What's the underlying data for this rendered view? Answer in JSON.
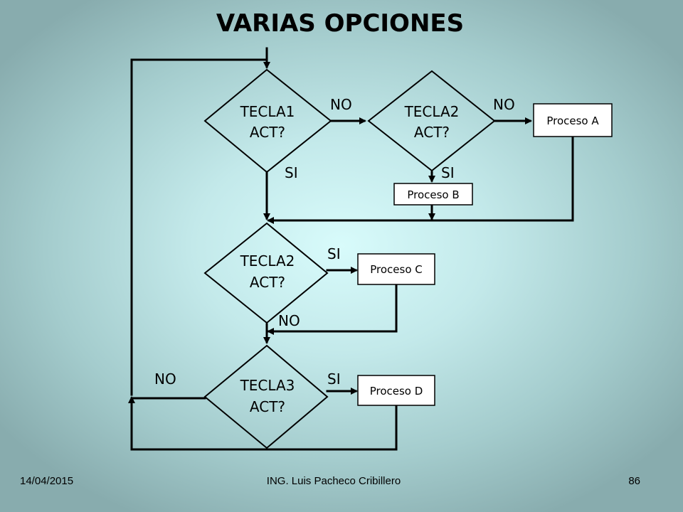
{
  "title": "VARIAS OPCIONES",
  "decisions": {
    "d1": {
      "line1": "TECLA1",
      "line2": "ACT?"
    },
    "d2": {
      "line1": "TECLA2",
      "line2": "ACT?"
    },
    "d3": {
      "line1": "TECLA2",
      "line2": "ACT?"
    },
    "d4": {
      "line1": "TECLA3",
      "line2": "ACT?"
    }
  },
  "processes": {
    "a": "Proceso A",
    "b": "Proceso B",
    "c": "Proceso C",
    "d": "Proceso D"
  },
  "labels": {
    "d1_no": "NO",
    "d1_si": "SI",
    "d2_no": "NO",
    "d2_si": "SI",
    "d3_si": "SI",
    "d3_no": "NO",
    "d4_no": "NO",
    "d4_si": "SI"
  },
  "footer": {
    "date": "14/04/2015",
    "author": "ING. Luis Pacheco Cribillero",
    "page": "86"
  }
}
